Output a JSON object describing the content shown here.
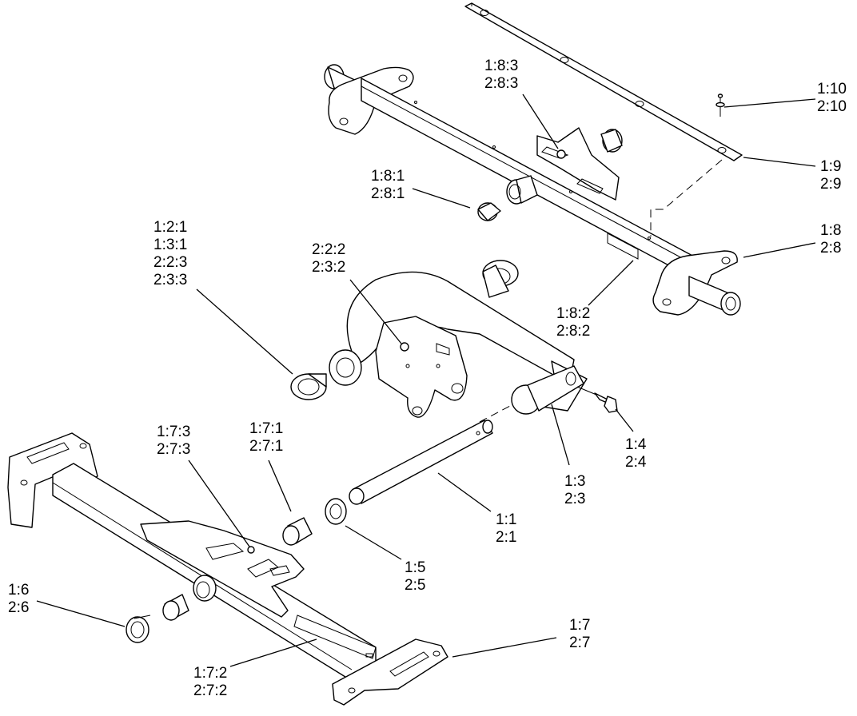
{
  "callouts": [
    {
      "id": "c-1-10",
      "lines": [
        "1:10",
        "2:10"
      ]
    },
    {
      "id": "c-1-9",
      "lines": [
        "1:9",
        "2:9"
      ]
    },
    {
      "id": "c-1-8",
      "lines": [
        "1:8",
        "2:8"
      ]
    },
    {
      "id": "c-1-8-3",
      "lines": [
        "1:8:3",
        "2:8:3"
      ]
    },
    {
      "id": "c-1-8-1",
      "lines": [
        "1:8:1",
        "2:8:1"
      ]
    },
    {
      "id": "c-1-8-2",
      "lines": [
        "1:8:2",
        "2:8:2"
      ]
    },
    {
      "id": "c-1-2-1",
      "lines": [
        "1:2:1",
        "1:3:1",
        "2:2:3",
        "2:3:3"
      ]
    },
    {
      "id": "c-2-2-2",
      "lines": [
        "2:2:2",
        "2:3:2"
      ]
    },
    {
      "id": "c-1-4",
      "lines": [
        "1:4",
        "2:4"
      ]
    },
    {
      "id": "c-1-3",
      "lines": [
        "1:3",
        "2:3"
      ]
    },
    {
      "id": "c-1-7-3",
      "lines": [
        "1:7:3",
        "2:7:3"
      ]
    },
    {
      "id": "c-1-7-1",
      "lines": [
        "1:7:1",
        "2:7:1"
      ]
    },
    {
      "id": "c-1-1",
      "lines": [
        "1:1",
        "2:1"
      ]
    },
    {
      "id": "c-1-5",
      "lines": [
        "1:5",
        "2:5"
      ]
    },
    {
      "id": "c-1-6",
      "lines": [
        "1:6",
        "2:6"
      ]
    },
    {
      "id": "c-1-7",
      "lines": [
        "1:7",
        "2:7"
      ]
    },
    {
      "id": "c-1-7-2",
      "lines": [
        "1:7:2",
        "2:7:2"
      ]
    }
  ]
}
